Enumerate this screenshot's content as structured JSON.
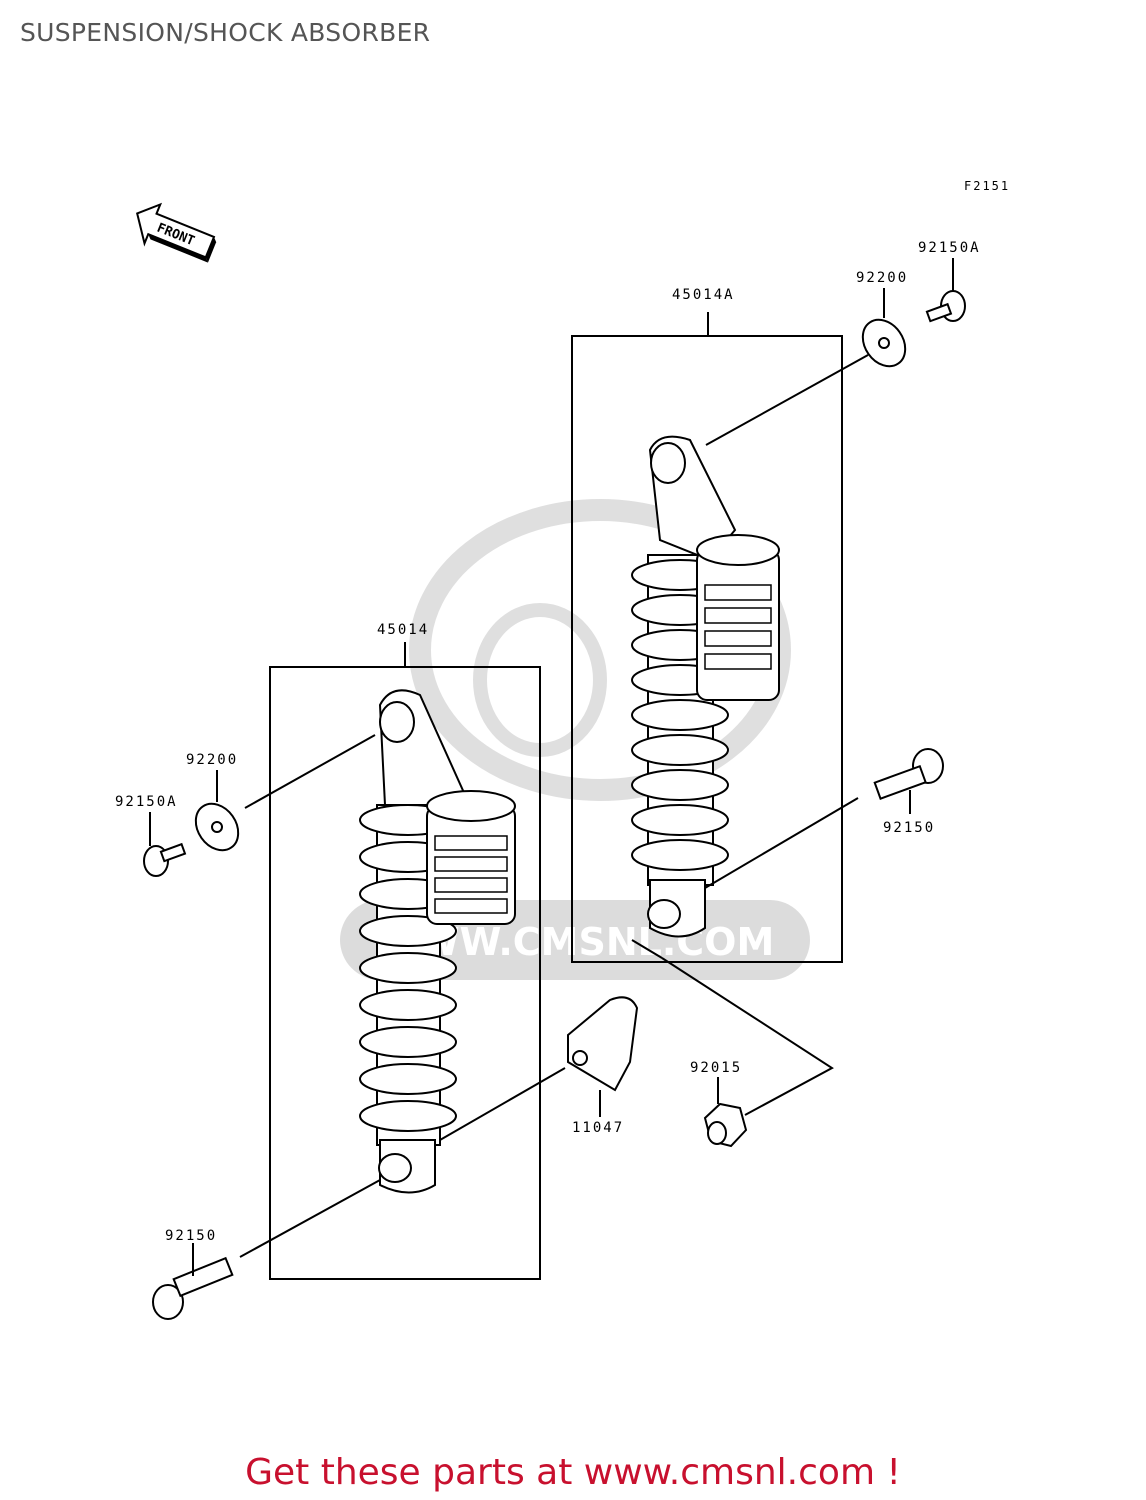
{
  "header": {
    "title": "SUSPENSION/SHOCK ABSORBER"
  },
  "diagram": {
    "figure_code": "F2151",
    "front_arrow_label": "FRONT",
    "watermark_text": "WWW.CMSNL.COM",
    "parts": [
      {
        "ref": "45014A"
      },
      {
        "ref": "92200"
      },
      {
        "ref": "92150A"
      },
      {
        "ref": "92150"
      },
      {
        "ref": "45014"
      },
      {
        "ref": "92200"
      },
      {
        "ref": "92150A"
      },
      {
        "ref": "92015"
      },
      {
        "ref": "11047"
      },
      {
        "ref": "92150"
      }
    ]
  },
  "footer": {
    "cta_text": "Get these parts at www.cmsnl.com !"
  }
}
